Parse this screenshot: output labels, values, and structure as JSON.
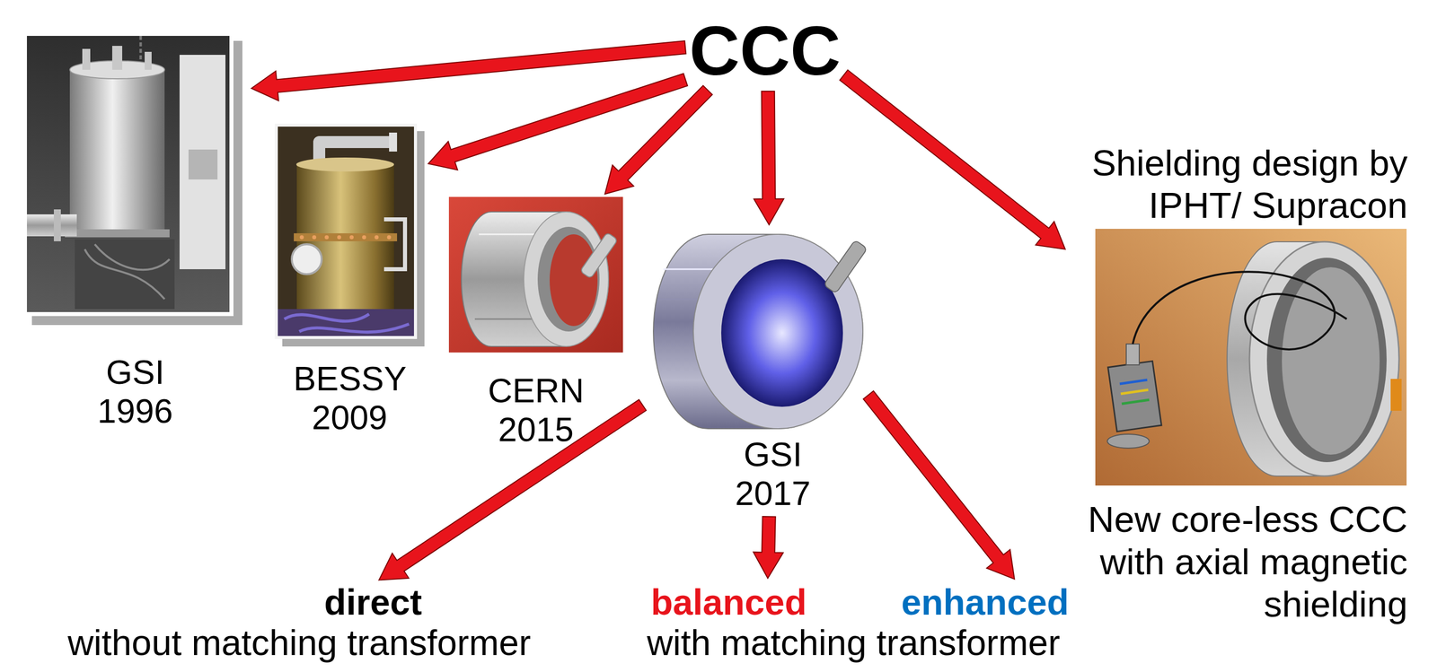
{
  "diagram": {
    "nodes": [
      {
        "text": [
          "CCC"
        ]
      },
      {
        "text": [
          "GSI 1996"
        ]
      },
      {
        "text": [
          "BESSY 2009"
        ]
      },
      {
        "text": [
          "CERN 2015"
        ]
      },
      {
        "text": [
          "GSI 2017"
        ]
      },
      {
        "text": [
          "Shielding design by IPHT/ Supracon",
          "New core-less CCC with axial magnetic shielding"
        ]
      },
      {
        "text": [
          "direct",
          "without matching transformer"
        ]
      },
      {
        "text": [
          "balanced"
        ]
      },
      {
        "text": [
          "enhanced"
        ]
      }
    ],
    "edges": [
      {
        "from": 0,
        "to": 1,
        "arrow": "to"
      },
      {
        "from": 0,
        "to": 2,
        "arrow": "to"
      },
      {
        "from": 0,
        "to": 3,
        "arrow": "to"
      },
      {
        "from": 0,
        "to": 4,
        "arrow": "to"
      },
      {
        "from": 0,
        "to": 5,
        "arrow": "to"
      },
      {
        "from": 4,
        "to": 6,
        "arrow": "to"
      },
      {
        "from": 4,
        "to": 7,
        "arrow": "to"
      },
      {
        "from": 4,
        "to": 8,
        "arrow": "to"
      }
    ],
    "labels": [
      "with matching transformer"
    ]
  }
}
